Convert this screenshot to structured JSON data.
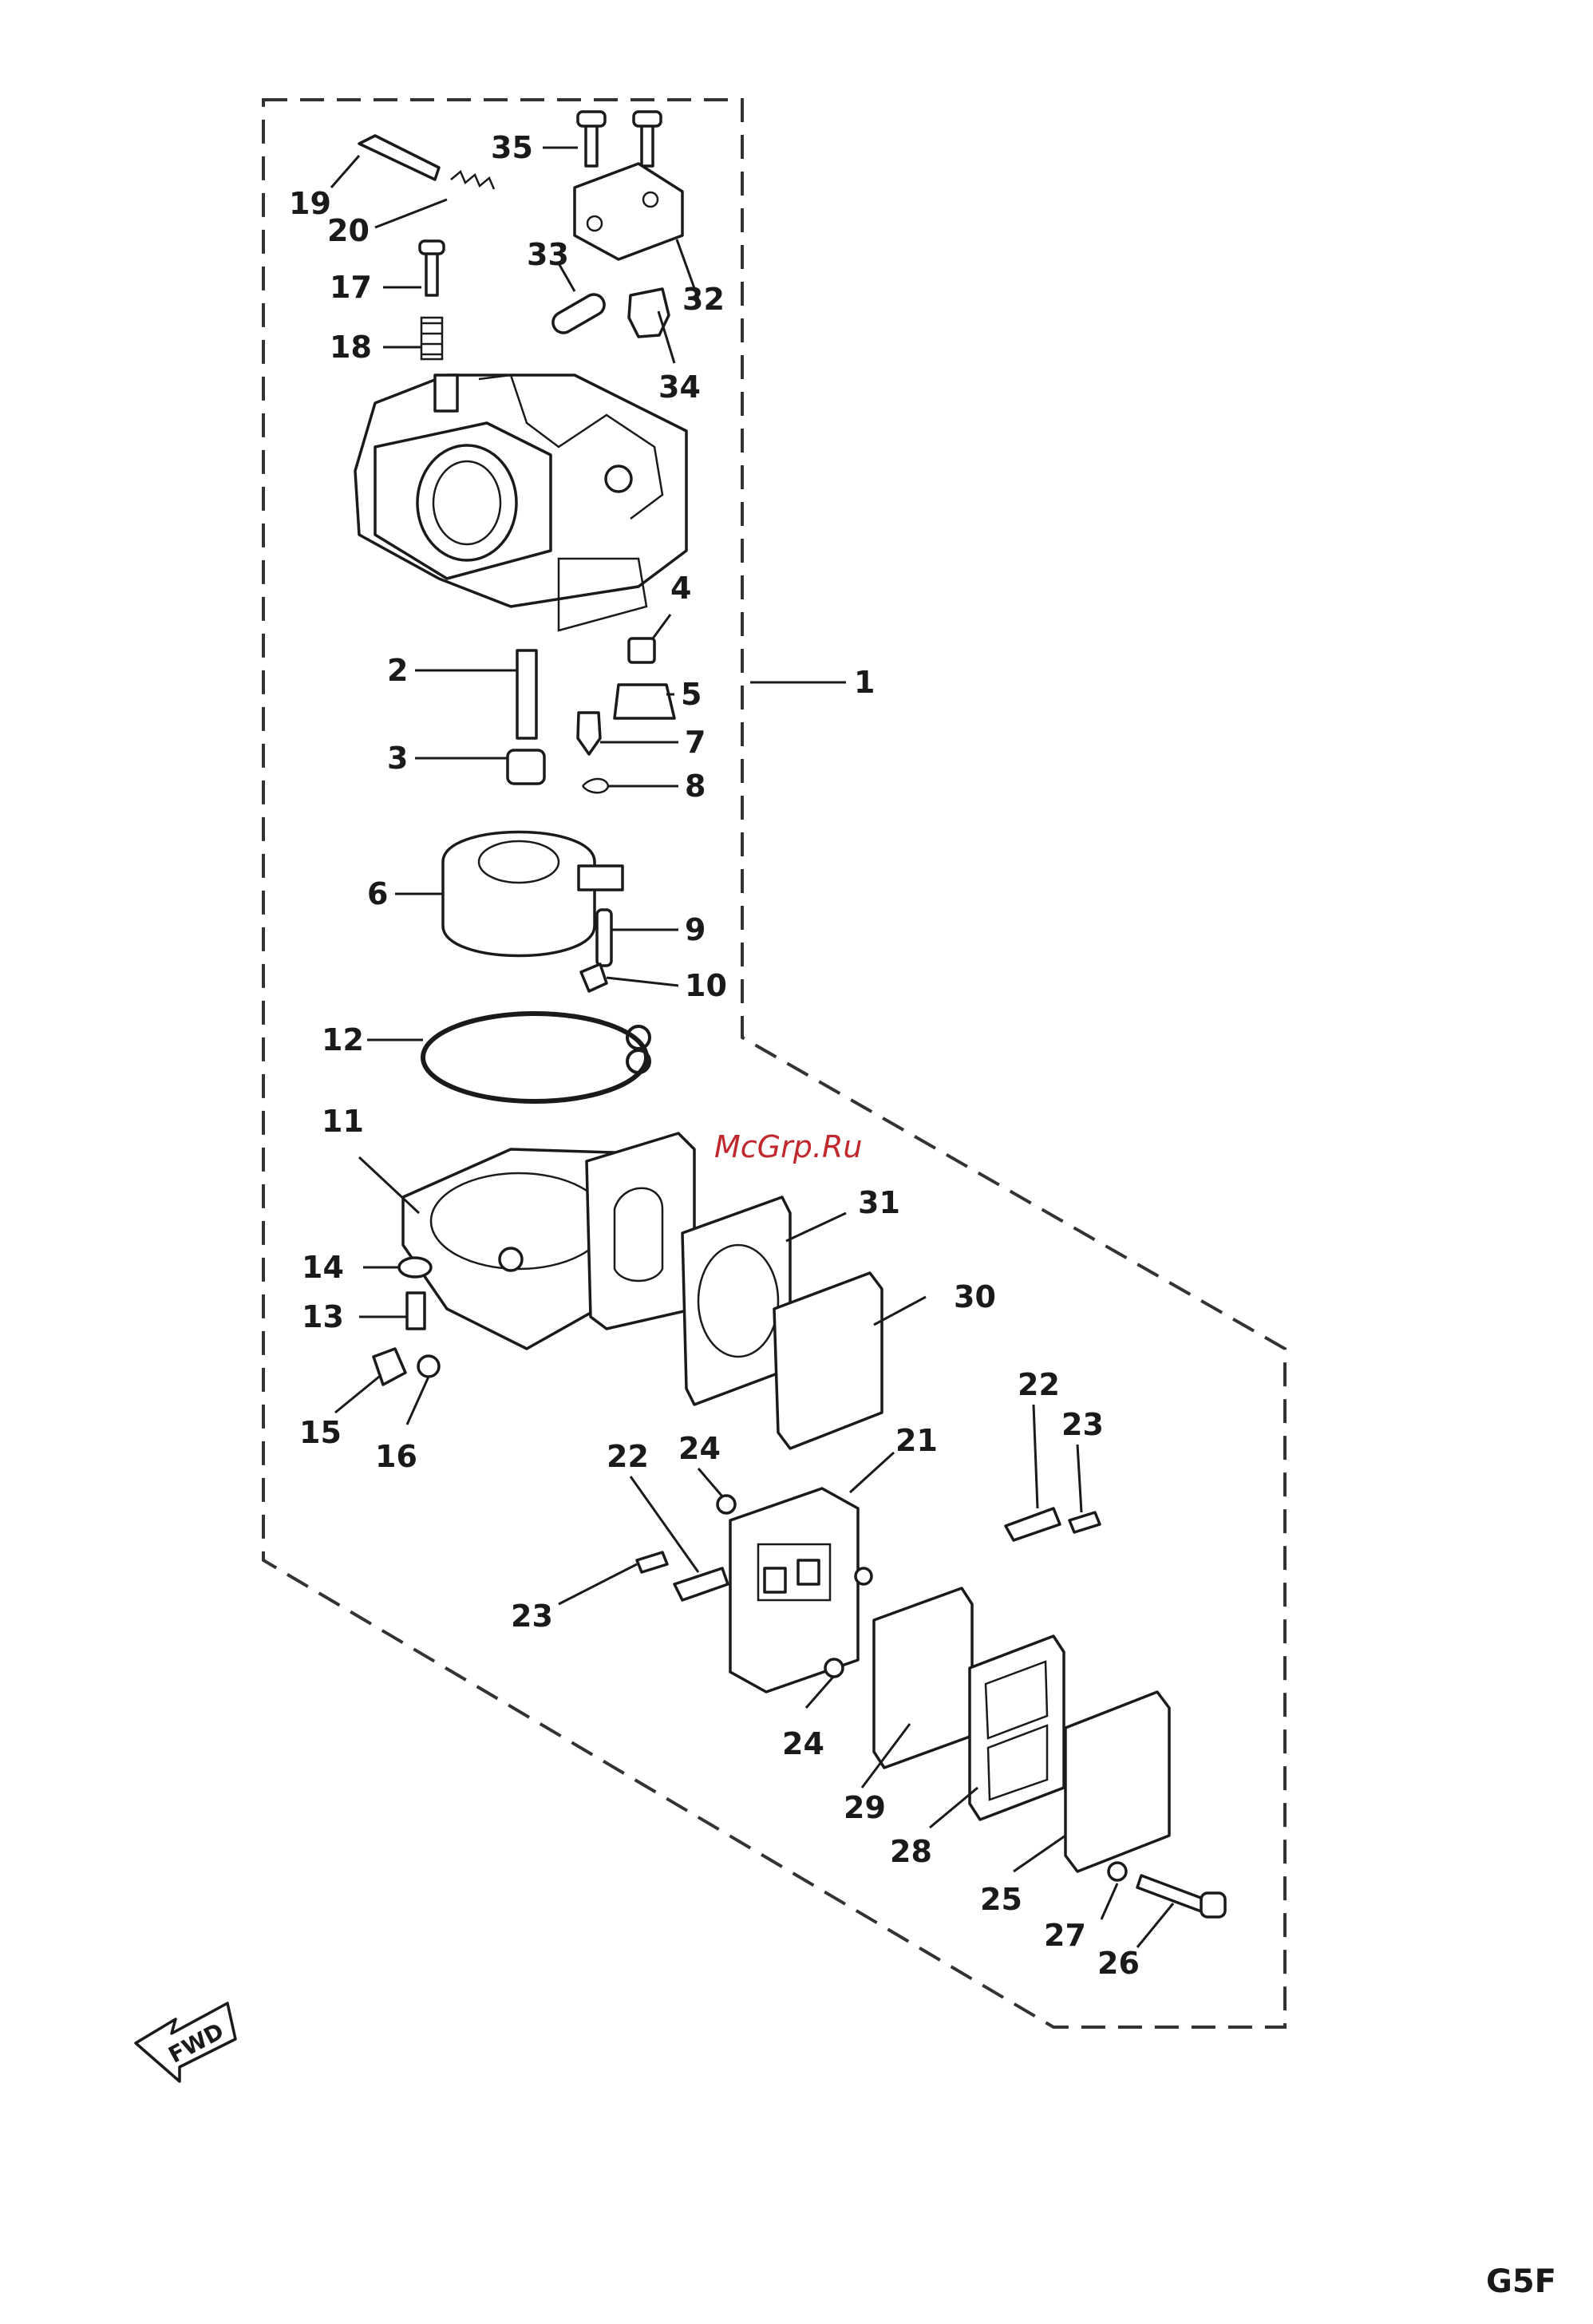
{
  "watermark": "McGrp.Ru",
  "page_code": "G5F",
  "fwd_label": "FWD",
  "callouts": {
    "c1": "1",
    "c2": "2",
    "c3": "3",
    "c4": "4",
    "c5": "5",
    "c6": "6",
    "c7": "7",
    "c8": "8",
    "c9": "9",
    "c10": "10",
    "c11": "11",
    "c12": "12",
    "c13": "13",
    "c14": "14",
    "c15": "15",
    "c16": "16",
    "c17": "17",
    "c18": "18",
    "c19": "19",
    "c20": "20",
    "c21": "21",
    "c22": "22",
    "c23": "23",
    "c24": "24",
    "c25": "25",
    "c26": "26",
    "c27": "27",
    "c28": "28",
    "c29": "29",
    "c30": "30",
    "c31": "31",
    "c32": "32",
    "c33": "33",
    "c34": "34",
    "c35": "35"
  }
}
